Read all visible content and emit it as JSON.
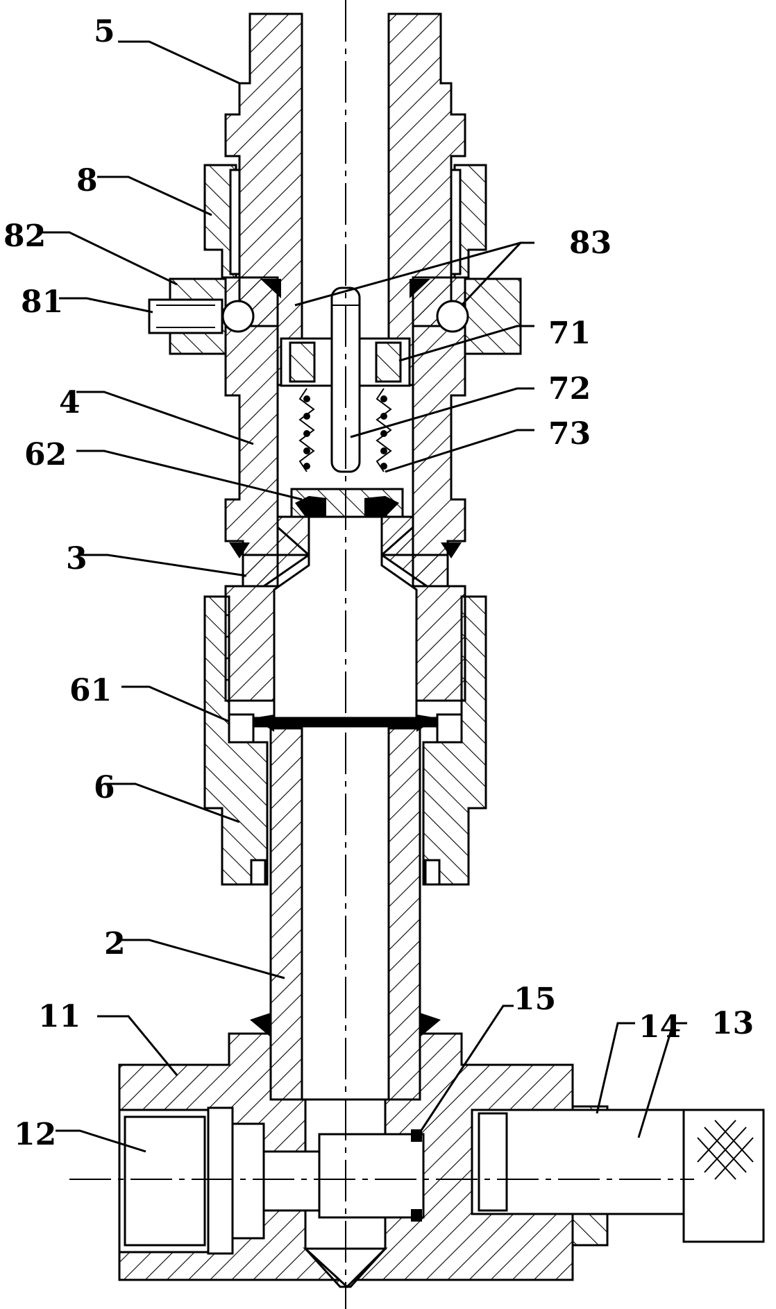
{
  "labels": {
    "l5": "5",
    "l8": "8",
    "l82": "82",
    "l81": "81",
    "l83": "83",
    "l71": "71",
    "l72": "72",
    "l4": "4",
    "l73": "73",
    "l62": "62",
    "l3": "3",
    "l61": "61",
    "l6": "6",
    "l2": "2",
    "l11": "11",
    "l15": "15",
    "l14": "14",
    "l13": "13",
    "l12": "12"
  }
}
